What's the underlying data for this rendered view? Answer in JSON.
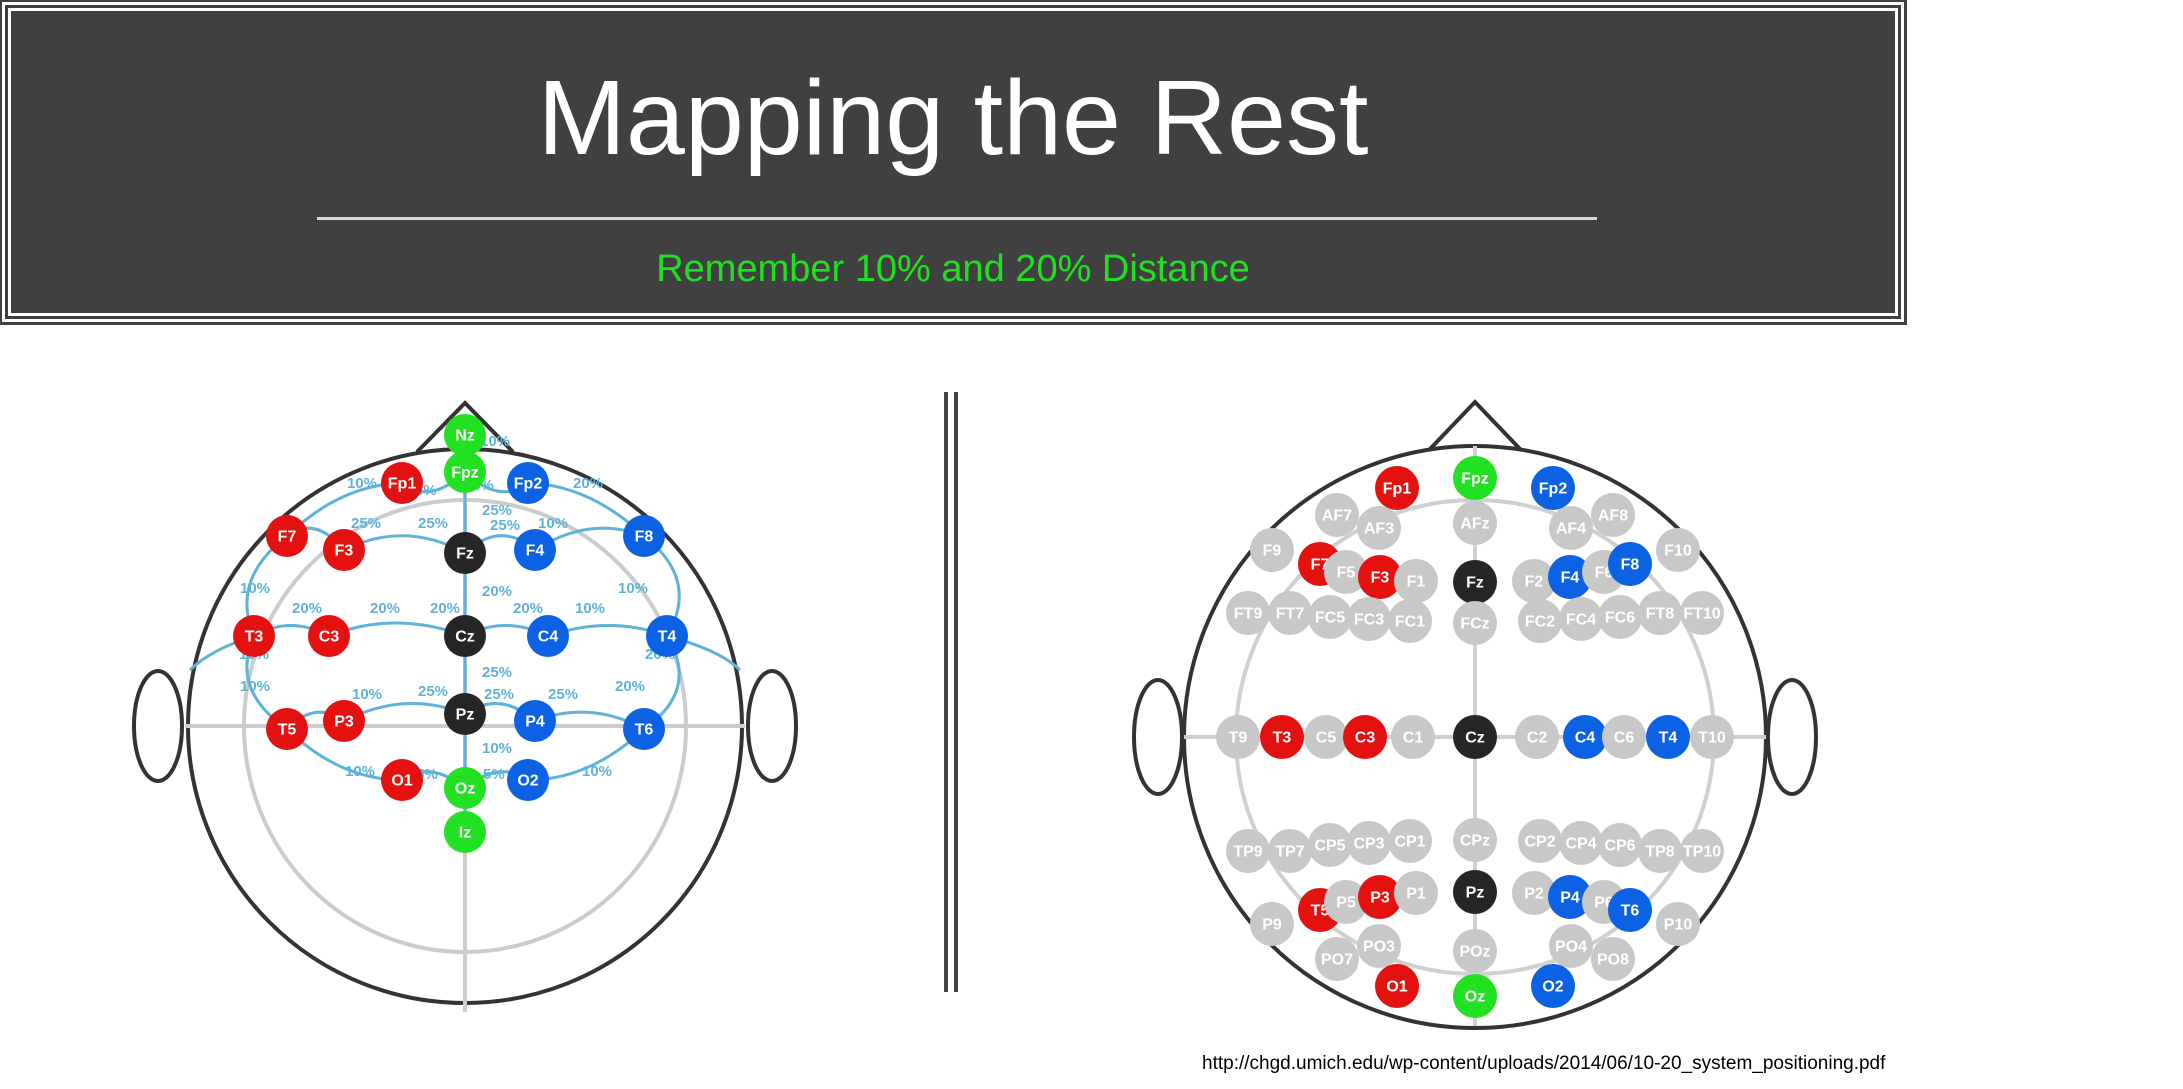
{
  "header": {
    "title": "Mapping the Rest",
    "subtitle": "Remember 10% and 20% Distance"
  },
  "source_url": "http://chgd.umich.edu/wp-content/uploads/2014/06/10-20_system_positioning.pdf",
  "colors": {
    "header_bg": "#404040",
    "subtitle": "#21e021",
    "left_hemisphere": "#e41111",
    "right_hemisphere": "#0c62e2",
    "midline": "#262626",
    "reference": "#22e022",
    "minor": "#c8c8c8",
    "measure_lines": "#5fb3d8"
  },
  "left_diagram": {
    "electrodes": [
      {
        "label": "Nz",
        "group": "reference"
      },
      {
        "label": "Fpz",
        "group": "reference"
      },
      {
        "label": "Fp1",
        "group": "left"
      },
      {
        "label": "Fp2",
        "group": "right"
      },
      {
        "label": "F7",
        "group": "left"
      },
      {
        "label": "F3",
        "group": "left"
      },
      {
        "label": "Fz",
        "group": "midline"
      },
      {
        "label": "F4",
        "group": "right"
      },
      {
        "label": "F8",
        "group": "right"
      },
      {
        "label": "T3",
        "group": "left"
      },
      {
        "label": "C3",
        "group": "left"
      },
      {
        "label": "Cz",
        "group": "midline"
      },
      {
        "label": "C4",
        "group": "right"
      },
      {
        "label": "T4",
        "group": "right"
      },
      {
        "label": "T5",
        "group": "left"
      },
      {
        "label": "P3",
        "group": "left"
      },
      {
        "label": "Pz",
        "group": "midline"
      },
      {
        "label": "P4",
        "group": "right"
      },
      {
        "label": "T6",
        "group": "right"
      },
      {
        "label": "O1",
        "group": "left"
      },
      {
        "label": "Oz",
        "group": "reference"
      },
      {
        "label": "O2",
        "group": "right"
      },
      {
        "label": "Iz",
        "group": "reference"
      }
    ],
    "percent_labels": [
      "10%",
      "5%",
      "5%",
      "10%",
      "10%",
      "20%",
      "25%",
      "25%",
      "25%",
      "25%",
      "10%",
      "20%",
      "10%",
      "20%",
      "20%",
      "20%",
      "20%",
      "10%",
      "10%",
      "20%",
      "10%",
      "10%",
      "25%",
      "25%",
      "25%",
      "25%",
      "20%",
      "10%",
      "10%",
      "5%",
      "5%",
      "10%"
    ]
  },
  "right_diagram": {
    "electrodes": [
      {
        "label": "Fpz",
        "group": "reference"
      },
      {
        "label": "Fp1",
        "group": "left"
      },
      {
        "label": "Fp2",
        "group": "right"
      },
      {
        "label": "AF7",
        "group": "minor"
      },
      {
        "label": "AF8",
        "group": "minor"
      },
      {
        "label": "AF3",
        "group": "minor"
      },
      {
        "label": "AFz",
        "group": "minor"
      },
      {
        "label": "AF4",
        "group": "minor"
      },
      {
        "label": "F9",
        "group": "minor"
      },
      {
        "label": "F10",
        "group": "minor"
      },
      {
        "label": "F7",
        "group": "left"
      },
      {
        "label": "F5",
        "group": "minor"
      },
      {
        "label": "F3",
        "group": "left"
      },
      {
        "label": "F1",
        "group": "minor"
      },
      {
        "label": "Fz",
        "group": "midline"
      },
      {
        "label": "F2",
        "group": "minor"
      },
      {
        "label": "F4",
        "group": "right"
      },
      {
        "label": "F6",
        "group": "minor"
      },
      {
        "label": "F8",
        "group": "right"
      },
      {
        "label": "FT9",
        "group": "minor"
      },
      {
        "label": "FT7",
        "group": "minor"
      },
      {
        "label": "FC5",
        "group": "minor"
      },
      {
        "label": "FC3",
        "group": "minor"
      },
      {
        "label": "FC1",
        "group": "minor"
      },
      {
        "label": "FCz",
        "group": "minor"
      },
      {
        "label": "FC2",
        "group": "minor"
      },
      {
        "label": "FC4",
        "group": "minor"
      },
      {
        "label": "FC6",
        "group": "minor"
      },
      {
        "label": "FT8",
        "group": "minor"
      },
      {
        "label": "FT10",
        "group": "minor"
      },
      {
        "label": "T9",
        "group": "minor"
      },
      {
        "label": "T3",
        "group": "left"
      },
      {
        "label": "C5",
        "group": "minor"
      },
      {
        "label": "C3",
        "group": "left"
      },
      {
        "label": "C1",
        "group": "minor"
      },
      {
        "label": "Cz",
        "group": "midline"
      },
      {
        "label": "C2",
        "group": "minor"
      },
      {
        "label": "C4",
        "group": "right"
      },
      {
        "label": "C6",
        "group": "minor"
      },
      {
        "label": "T4",
        "group": "right"
      },
      {
        "label": "T10",
        "group": "minor"
      },
      {
        "label": "TP9",
        "group": "minor"
      },
      {
        "label": "TP7",
        "group": "minor"
      },
      {
        "label": "CP5",
        "group": "minor"
      },
      {
        "label": "CP3",
        "group": "minor"
      },
      {
        "label": "CP1",
        "group": "minor"
      },
      {
        "label": "CPz",
        "group": "minor"
      },
      {
        "label": "CP2",
        "group": "minor"
      },
      {
        "label": "CP4",
        "group": "minor"
      },
      {
        "label": "CP6",
        "group": "minor"
      },
      {
        "label": "TP8",
        "group": "minor"
      },
      {
        "label": "TP10",
        "group": "minor"
      },
      {
        "label": "T5",
        "group": "left"
      },
      {
        "label": "P5",
        "group": "minor"
      },
      {
        "label": "P3",
        "group": "left"
      },
      {
        "label": "P1",
        "group": "minor"
      },
      {
        "label": "Pz",
        "group": "midline"
      },
      {
        "label": "P2",
        "group": "minor"
      },
      {
        "label": "P4",
        "group": "right"
      },
      {
        "label": "P6",
        "group": "minor"
      },
      {
        "label": "T6",
        "group": "right"
      },
      {
        "label": "P9",
        "group": "minor"
      },
      {
        "label": "P10",
        "group": "minor"
      },
      {
        "label": "PO7",
        "group": "minor"
      },
      {
        "label": "PO3",
        "group": "minor"
      },
      {
        "label": "POz",
        "group": "minor"
      },
      {
        "label": "PO4",
        "group": "minor"
      },
      {
        "label": "PO8",
        "group": "minor"
      },
      {
        "label": "O1",
        "group": "left"
      },
      {
        "label": "Oz",
        "group": "reference"
      },
      {
        "label": "O2",
        "group": "right"
      }
    ]
  }
}
